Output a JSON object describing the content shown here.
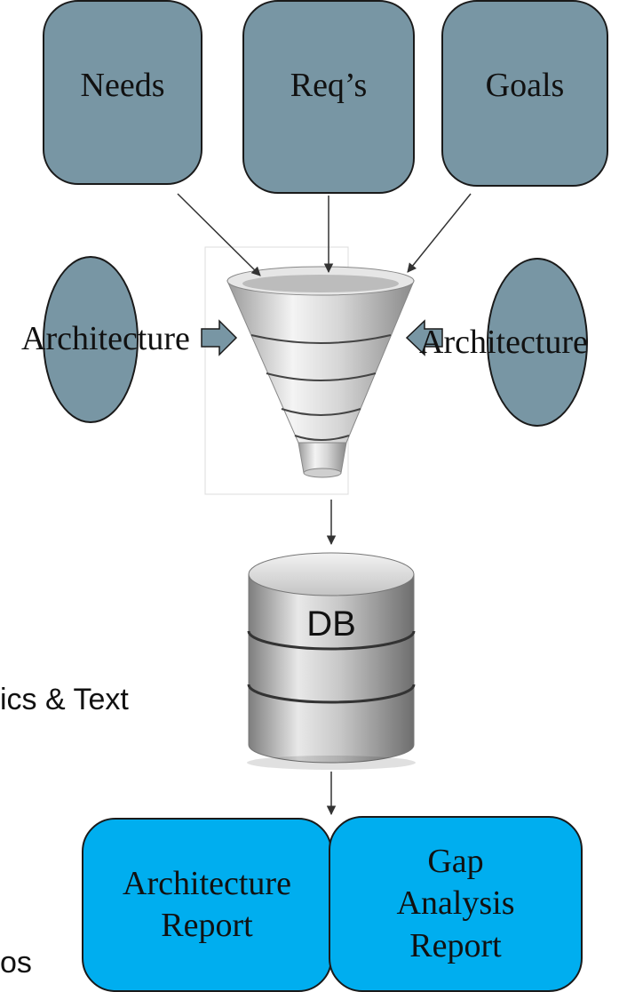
{
  "inputs": {
    "needs": "Needs",
    "reqs": "Req’s",
    "goals": "Goals"
  },
  "architecture_left": "Architecture",
  "architecture_right": "Architecture",
  "database_label": "DB",
  "side_text": {
    "line1": "ics & Text",
    "line2": "os"
  },
  "reports": {
    "architecture": [
      "Architecture",
      "Report"
    ],
    "gap": [
      "Gap",
      "Analysis",
      "Report"
    ]
  },
  "colors": {
    "input_fill": "#7896a4",
    "report_fill": "#00aeef",
    "outline": "#1a1a1a"
  }
}
